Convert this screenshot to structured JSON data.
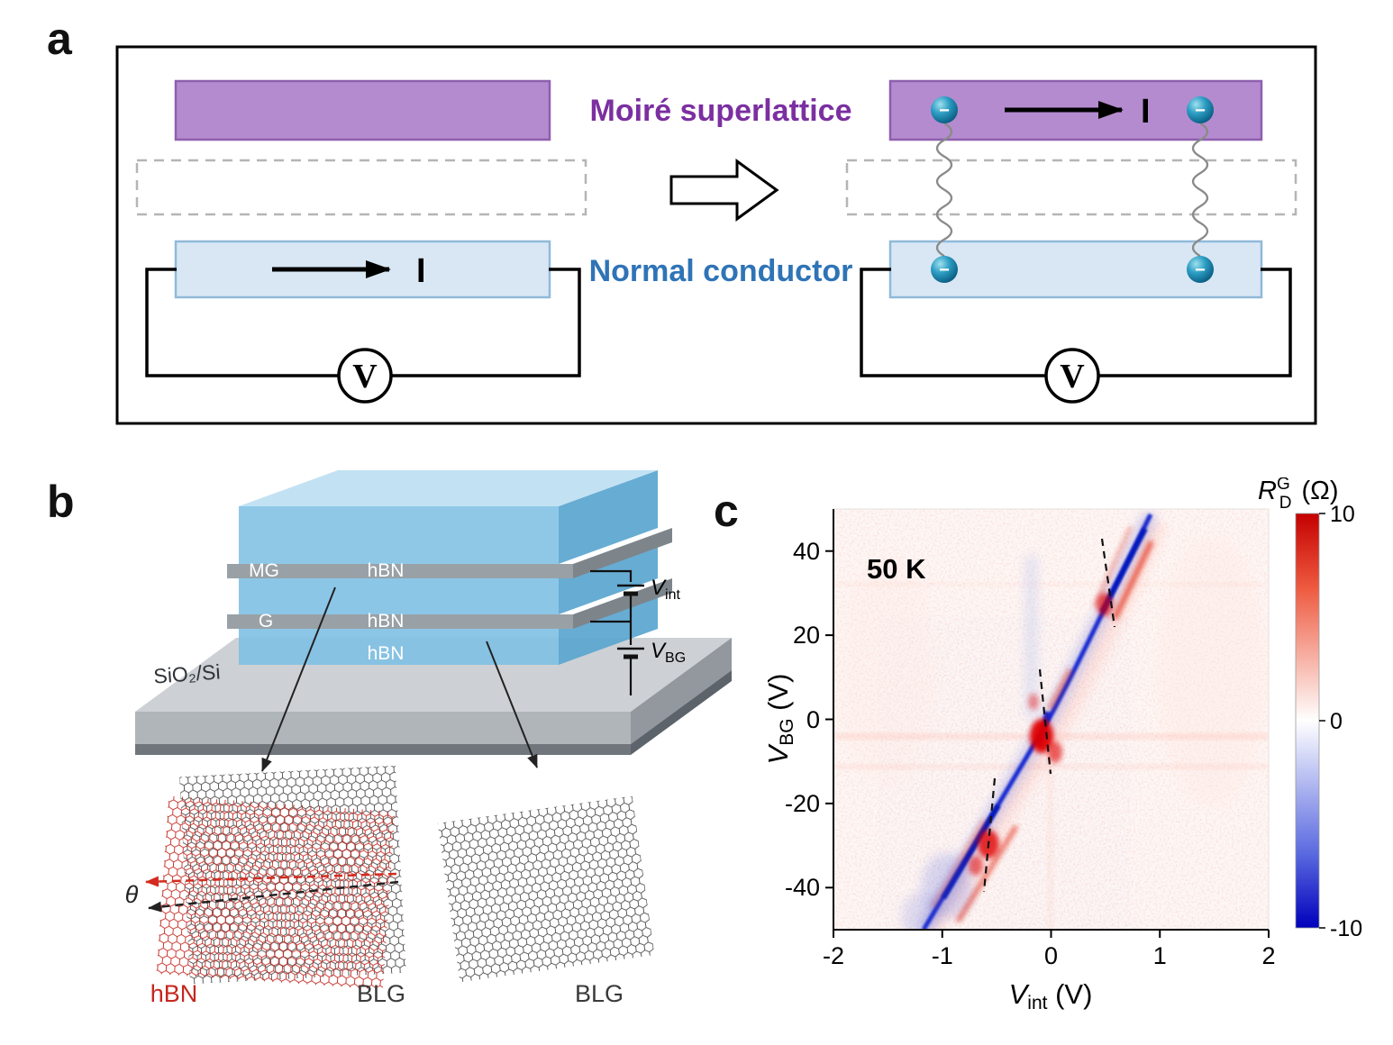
{
  "panels": {
    "a": "a",
    "b": "b",
    "c": "c"
  },
  "panel_a": {
    "moire_label": "Moiré superlattice",
    "normal_label": "Normal conductor",
    "current_left": "I",
    "current_right": "I",
    "volt_left": "V",
    "volt_right": "V",
    "electron_sign": "−",
    "colors": {
      "moire_fill": "#b48bcf",
      "moire_stroke": "#8e5fae",
      "moire_text": "#7b2fa0",
      "normal_fill": "#d9e7f4",
      "normal_stroke": "#90b9d9",
      "normal_text": "#2f74b6"
    }
  },
  "panel_b": {
    "layer_mg": "MG",
    "layer_g": "G",
    "hbn_top": "hBN",
    "hbn_mid": "hBN",
    "hbn_bottom": "hBN",
    "substrate": "SiO₂/Si",
    "vint": {
      "base": "V",
      "sub": "int"
    },
    "vbg": {
      "base": "V",
      "sub": "BG"
    },
    "theta": "θ",
    "lattice_hbn": "hBN",
    "lattice_blg_left": "BLG",
    "lattice_blg_right": "BLG",
    "colors": {
      "hbn_red": "#c5271f",
      "lattice_black": "#3a3a3a",
      "slab_blue": "#7fc0e4"
    }
  },
  "panel_c": {
    "temperature": "50 K",
    "xlabel": {
      "base": "V",
      "sub": "int",
      "unit": " (V)"
    },
    "ylabel": {
      "base": "V",
      "sub": "BG",
      "unit": " (V)"
    },
    "cb_label": {
      "base": "R",
      "sup": "G",
      "sub": "D",
      "unit": " (Ω)"
    },
    "x_tick_labels": [
      "-2",
      "-1",
      "0",
      "1",
      "2"
    ],
    "y_tick_labels": [
      "40",
      "20",
      "0",
      "-20",
      "-40"
    ],
    "cb_tick_labels": [
      "10",
      "0",
      "-10"
    ]
  },
  "chart_data": {
    "type": "heatmap",
    "title": "",
    "xlabel": "V_int (V)",
    "ylabel": "V_BG (V)",
    "colorbar_label": "R_D^G (Ω)",
    "temperature_annotation": "50 K",
    "x_range": [
      -2,
      2
    ],
    "y_range": [
      -50,
      50
    ],
    "color_range": [
      -10,
      10
    ],
    "x_ticks": [
      -2,
      -1,
      0,
      1,
      2
    ],
    "y_ticks": [
      40,
      20,
      0,
      -20,
      -40
    ],
    "colorbar_ticks": [
      10,
      0,
      -10
    ],
    "colormap": "blue-white-red",
    "features": [
      {
        "name": "negative-drag-ridge",
        "description": "Narrow blue (negative R_D) diagonal ridge running from (V_int=-1.1, V_BG=-50) through (0,0) to (V_int=0.95, V_BG=50)",
        "approx_value": -10,
        "points": [
          [
            -1.1,
            -50
          ],
          [
            -0.6,
            -30
          ],
          [
            0,
            0
          ],
          [
            0.5,
            27
          ],
          [
            0.95,
            50
          ]
        ]
      },
      {
        "name": "positive-drag-flanks",
        "description": "Red (positive R_D) lobes flanking the diagonal ridge, strongest near (0,0), (-0.55,-30) and (0.5,27)",
        "approx_value": 10,
        "points": [
          [
            0,
            0
          ],
          [
            -0.55,
            -30
          ],
          [
            0.5,
            27
          ]
        ]
      },
      {
        "name": "dashed-guide-lines",
        "segments": [
          [
            [
              0.47,
              43
            ],
            [
              0.58,
              22
            ]
          ],
          [
            [
              -0.12,
              13
            ],
            [
              -0.02,
              -13
            ]
          ],
          [
            [
              -0.52,
              -14
            ],
            [
              -0.6,
              -41
            ]
          ]
        ]
      },
      {
        "name": "faint-vertical-streak",
        "description": "pale blue vertical streak near V_int=-0.2 for V_BG>0"
      }
    ]
  }
}
